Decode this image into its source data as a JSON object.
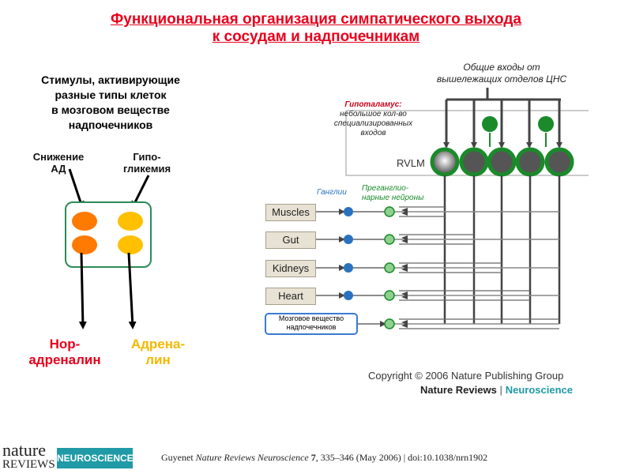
{
  "title_line1": "Функциональная организация симпатического выхода",
  "title_line2": "к сосудам и надпочечникам",
  "stimuli": {
    "line1": "Стимулы, активирующие",
    "line2": "разные типы клеток",
    "line3": "в мозговом веществе",
    "line4": "надпочечников"
  },
  "stimulus_left": {
    "line1": "Снижение",
    "line2": "АД"
  },
  "stimulus_right": {
    "line1": "Гипо-",
    "line2": "гликемия"
  },
  "hormone_left": {
    "line1": "Нор-",
    "line2": "адреналин",
    "color": "#e8001c"
  },
  "hormone_right": {
    "line1": "Адрена-",
    "line2": "лин",
    "color": "#f5b800"
  },
  "cell_colors": {
    "orange": "#ff7a00",
    "yellow": "#ffc000"
  },
  "cns_inputs": {
    "line1": "Общие входы от",
    "line2": "вышележащих отделов ЦНС"
  },
  "hypothalamus": {
    "title": "Гипоталамус:",
    "line1": "небольшое кол-во",
    "line2": "специализированных",
    "line3": "входов"
  },
  "rvlm": "RVLM",
  "ganglia": "Ганглии",
  "preganglionic": {
    "line1": "Преганглио-",
    "line2": "нарные нейроны"
  },
  "organs": [
    "Muscles",
    "Gut",
    "Kidneys",
    "Heart"
  ],
  "adrenal": {
    "line1": "Мозговое вещество",
    "line2": "надпочечников"
  },
  "copyright": "Copyright © 2006 Nature Publishing Group",
  "journal": {
    "part1": "Nature Reviews",
    "sep": " | ",
    "part2": "Neuroscience"
  },
  "citation": {
    "author": "Guyenet",
    "journal": "Nature Reviews Neuroscience",
    "volume": "7",
    "rest": ", 335–346 (May 2006) | doi:10.1038/nrn1902"
  },
  "logo": {
    "nature": "nature",
    "reviews": "REVIEWS",
    "neuro": "NEUROSCIENCE"
  },
  "colors": {
    "title": "#e8001c",
    "neuron_green": "#1a8a2a",
    "ganglion_blue": "#2a72c0",
    "dark": "#444444"
  }
}
